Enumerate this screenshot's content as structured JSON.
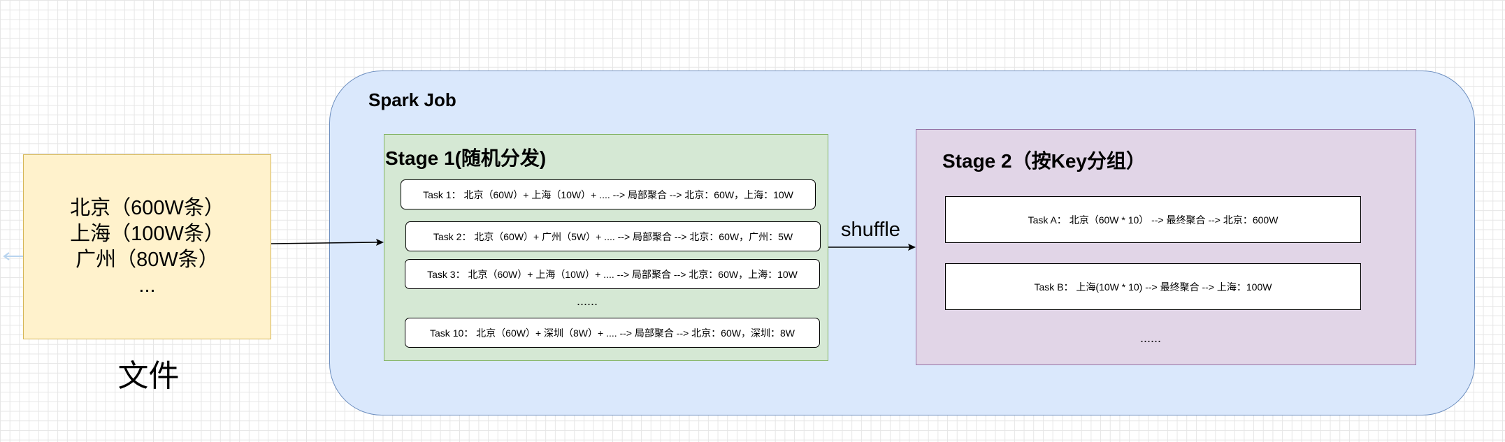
{
  "file": {
    "lines": [
      "北京（600W条）",
      "上海（100W条）",
      "广州（80W条）",
      "..."
    ],
    "label": "文件"
  },
  "spark_job": {
    "title": "Spark Job"
  },
  "stage1": {
    "title": "Stage 1(随机分发)",
    "tasks": [
      "Task 1： 北京（60W）+ 上海（10W）+ ....  --> 局部聚合  --> 北京：60W，上海：10W",
      "Task 2： 北京（60W）+ 广州（5W）+ ....  --> 局部聚合  --> 北京：60W，广州：5W",
      "Task 3： 北京（60W）+ 上海（10W）+ ....  --> 局部聚合  --> 北京：60W，上海：10W",
      "Task 10： 北京（60W）+ 深圳（8W）+ ....  --> 局部聚合  --> 北京：60W，深圳：8W"
    ],
    "ellipsis": "......"
  },
  "shuffle": {
    "label": "shuffle"
  },
  "stage2": {
    "title": "Stage 2（按Key分组）",
    "tasks": [
      "Task A：  北京（60W * 10）  --> 最终聚合 --> 北京：600W",
      "Task B：  上海(10W * 10) --> 最终聚合 --> 上海：100W"
    ],
    "ellipsis": "......"
  },
  "colors": {
    "file_fill": "#fff2cc",
    "file_stroke": "#d6b656",
    "job_fill": "#dae8fc",
    "job_stroke": "#6c8ebf",
    "stage1_fill": "#d5e8d4",
    "stage1_stroke": "#82b366",
    "stage2_fill": "#e1d5e7",
    "stage2_stroke": "#9673a6"
  }
}
